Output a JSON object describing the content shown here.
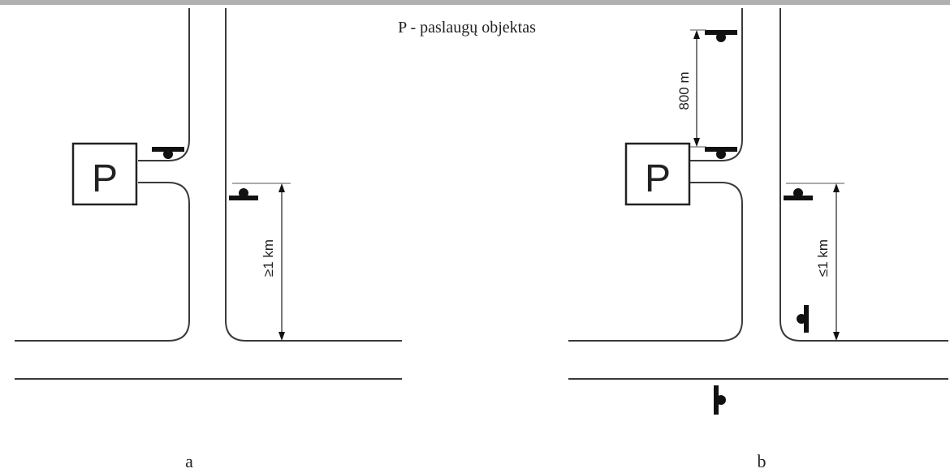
{
  "caption": "P - paslaugų objektas",
  "panel_a": {
    "letter": "a",
    "box_label": "P",
    "distance_label": "≥1 km"
  },
  "panel_b": {
    "letter": "b",
    "box_label": "P",
    "distance_label_top": "800 m",
    "distance_label_right": "≤1 km"
  },
  "colors": {
    "line": "#3a3a3a",
    "sign": "#111111",
    "top_border": "#b0b0b0"
  }
}
